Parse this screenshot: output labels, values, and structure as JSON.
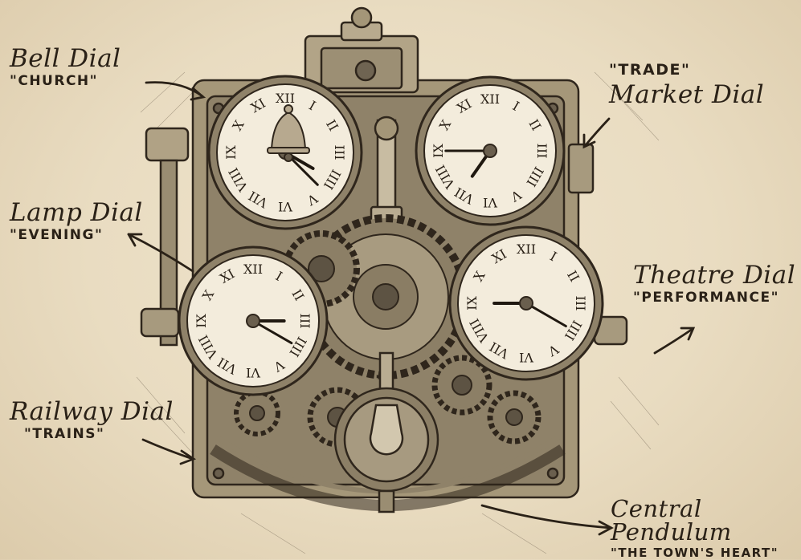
{
  "labels": {
    "bell": {
      "title": "Bell Dial",
      "subtitle": "\"CHURCH\""
    },
    "trade": {
      "title": "Market Dial",
      "subtitle": "\"TRADE\""
    },
    "lamp": {
      "title": "Lamp Dial",
      "subtitle": "\"EVENING\""
    },
    "theatre": {
      "title": "Theatre Dial",
      "subtitle": "\"PERFORMANCE\""
    },
    "railway": {
      "title": "Railway Dial",
      "subtitle": "\"TRAINS\""
    },
    "pendulum": {
      "title": "Central Pendulum",
      "subtitle": "\"THE TOWN'S HEART\""
    }
  },
  "numerals": [
    "XII",
    "I",
    "II",
    "III",
    "IIII",
    "V",
    "VI",
    "VII",
    "VIII",
    "IX",
    "X",
    "XI"
  ],
  "colors": {
    "ink": "#2a2117",
    "paper": "#ece0c7",
    "dial_face": "#f3ecdc",
    "metal": "#7d7262"
  }
}
